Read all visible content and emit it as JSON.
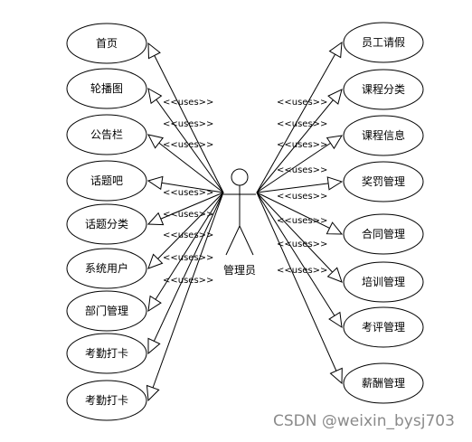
{
  "actor": {
    "label": "管理员"
  },
  "left_use_cases": [
    "首页",
    "轮播图",
    "公告栏",
    "话题吧",
    "话题分类",
    "系统用户",
    "部门管理",
    "考勤打卡",
    "考勤打卡"
  ],
  "right_use_cases": [
    "员工请假",
    "课程分类",
    "课程信息",
    "奖罚管理",
    "合同管理",
    "培训管理",
    "考评管理",
    "薪酬管理"
  ],
  "uses_text": "<<uses>>",
  "watermark": "CSDN @weixin_bysj703"
}
